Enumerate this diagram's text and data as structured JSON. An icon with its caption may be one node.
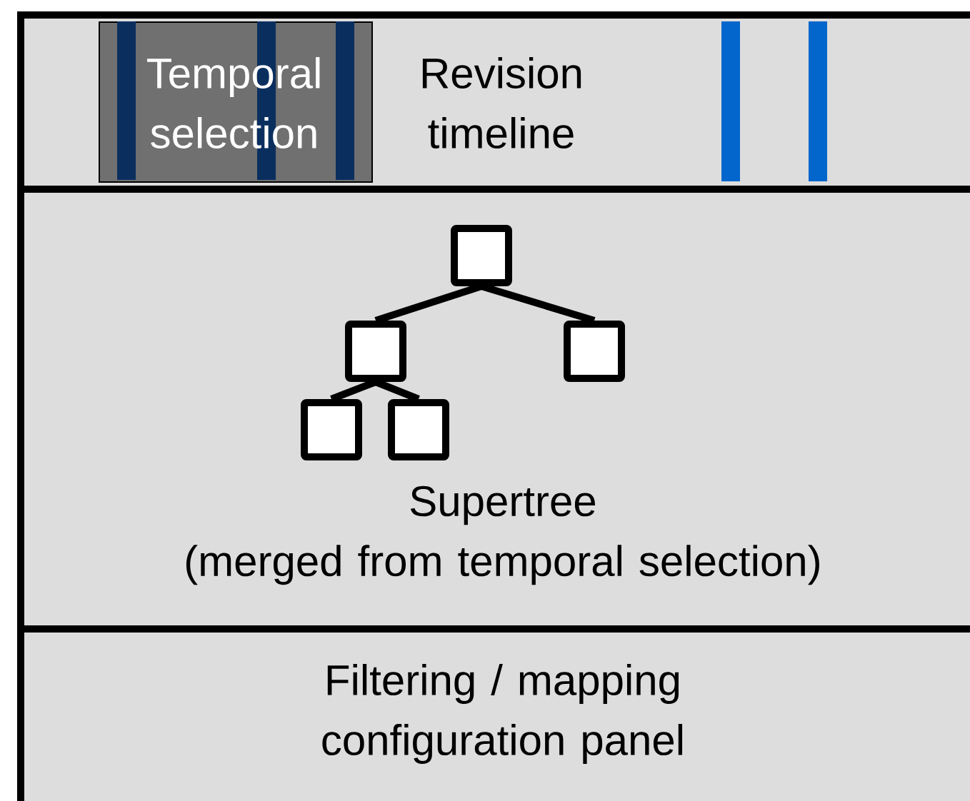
{
  "diagram": {
    "nodes": [
      {
        "text": [
          "Revision timeline"
        ]
      },
      {
        "text": [
          "Temporal selection"
        ],
        "in": 0
      },
      {
        "text": [
          "Supertree (merged from temporal selection)"
        ]
      },
      {
        "text": [],
        "shape": "box",
        "in": 2
      },
      {
        "text": [],
        "shape": "box",
        "in": 2
      },
      {
        "text": [],
        "shape": "box",
        "in": 2
      },
      {
        "text": [],
        "shape": "box",
        "in": 2
      },
      {
        "text": [],
        "shape": "box",
        "in": 2
      },
      {
        "text": [
          "Filtering / mapping configuration panel"
        ]
      }
    ],
    "edges": [
      {
        "from": 3,
        "to": 4,
        "arrow": "none"
      },
      {
        "from": 3,
        "to": 5,
        "arrow": "none"
      },
      {
        "from": 4,
        "to": 6,
        "arrow": "none"
      },
      {
        "from": 4,
        "to": 7,
        "arrow": "none"
      }
    ]
  }
}
